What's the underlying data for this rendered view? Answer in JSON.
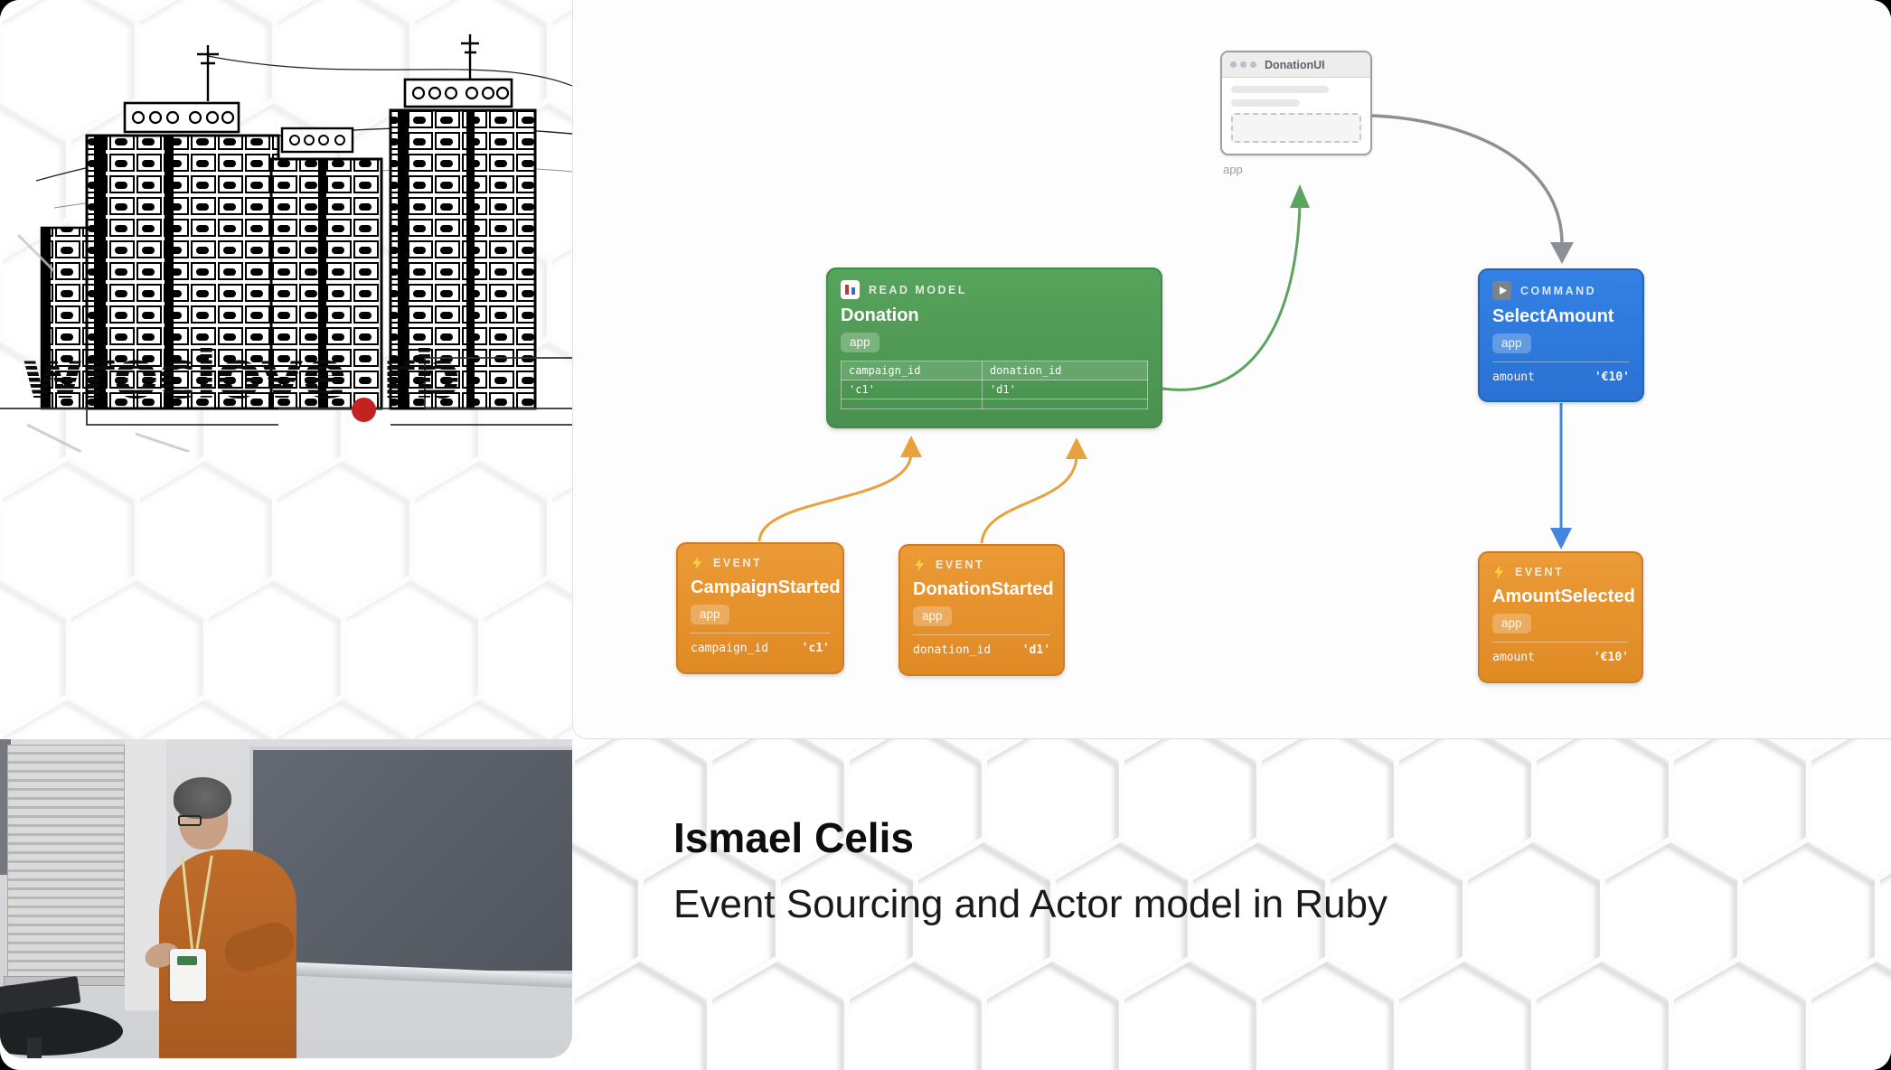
{
  "logo": {
    "word": "wroclove",
    "dot": ".",
    "suffix": "rb"
  },
  "diagram": {
    "ui_window": {
      "title": "DonationUI",
      "caption": "app"
    },
    "read_model": {
      "kind": "READ MODEL",
      "name": "Donation",
      "badge": "app",
      "table": {
        "headers": [
          "campaign_id",
          "donation_id"
        ],
        "rows": [
          [
            "'c1'",
            "'d1'"
          ],
          [
            "",
            ""
          ]
        ]
      }
    },
    "command": {
      "kind": "COMMAND",
      "name": "SelectAmount",
      "badge": "app",
      "field": {
        "key": "amount",
        "value": "'€10'"
      }
    },
    "events": [
      {
        "kind": "EVENT",
        "name": "CampaignStarted",
        "badge": "app",
        "field": {
          "key": "campaign_id",
          "value": "'c1'"
        }
      },
      {
        "kind": "EVENT",
        "name": "DonationStarted",
        "badge": "app",
        "field": {
          "key": "donation_id",
          "value": "'d1'"
        }
      },
      {
        "kind": "EVENT",
        "name": "AmountSelected",
        "badge": "app",
        "field": {
          "key": "amount",
          "value": "'€10'"
        }
      }
    ]
  },
  "caption": {
    "speaker": "Ismael Celis",
    "title": "Event Sourcing and Actor model in Ruby"
  },
  "colors": {
    "read_model_green": "#4f9b54",
    "command_blue": "#2e7ce0",
    "event_orange": "#e8922f",
    "logo_dot_red": "#c42121",
    "arrow_gray": "#8a9095",
    "arrow_green": "#5ba460",
    "arrow_orange": "#e8a23c",
    "arrow_blue": "#4287dd",
    "lightning_yellow": "#ffcf3f"
  }
}
